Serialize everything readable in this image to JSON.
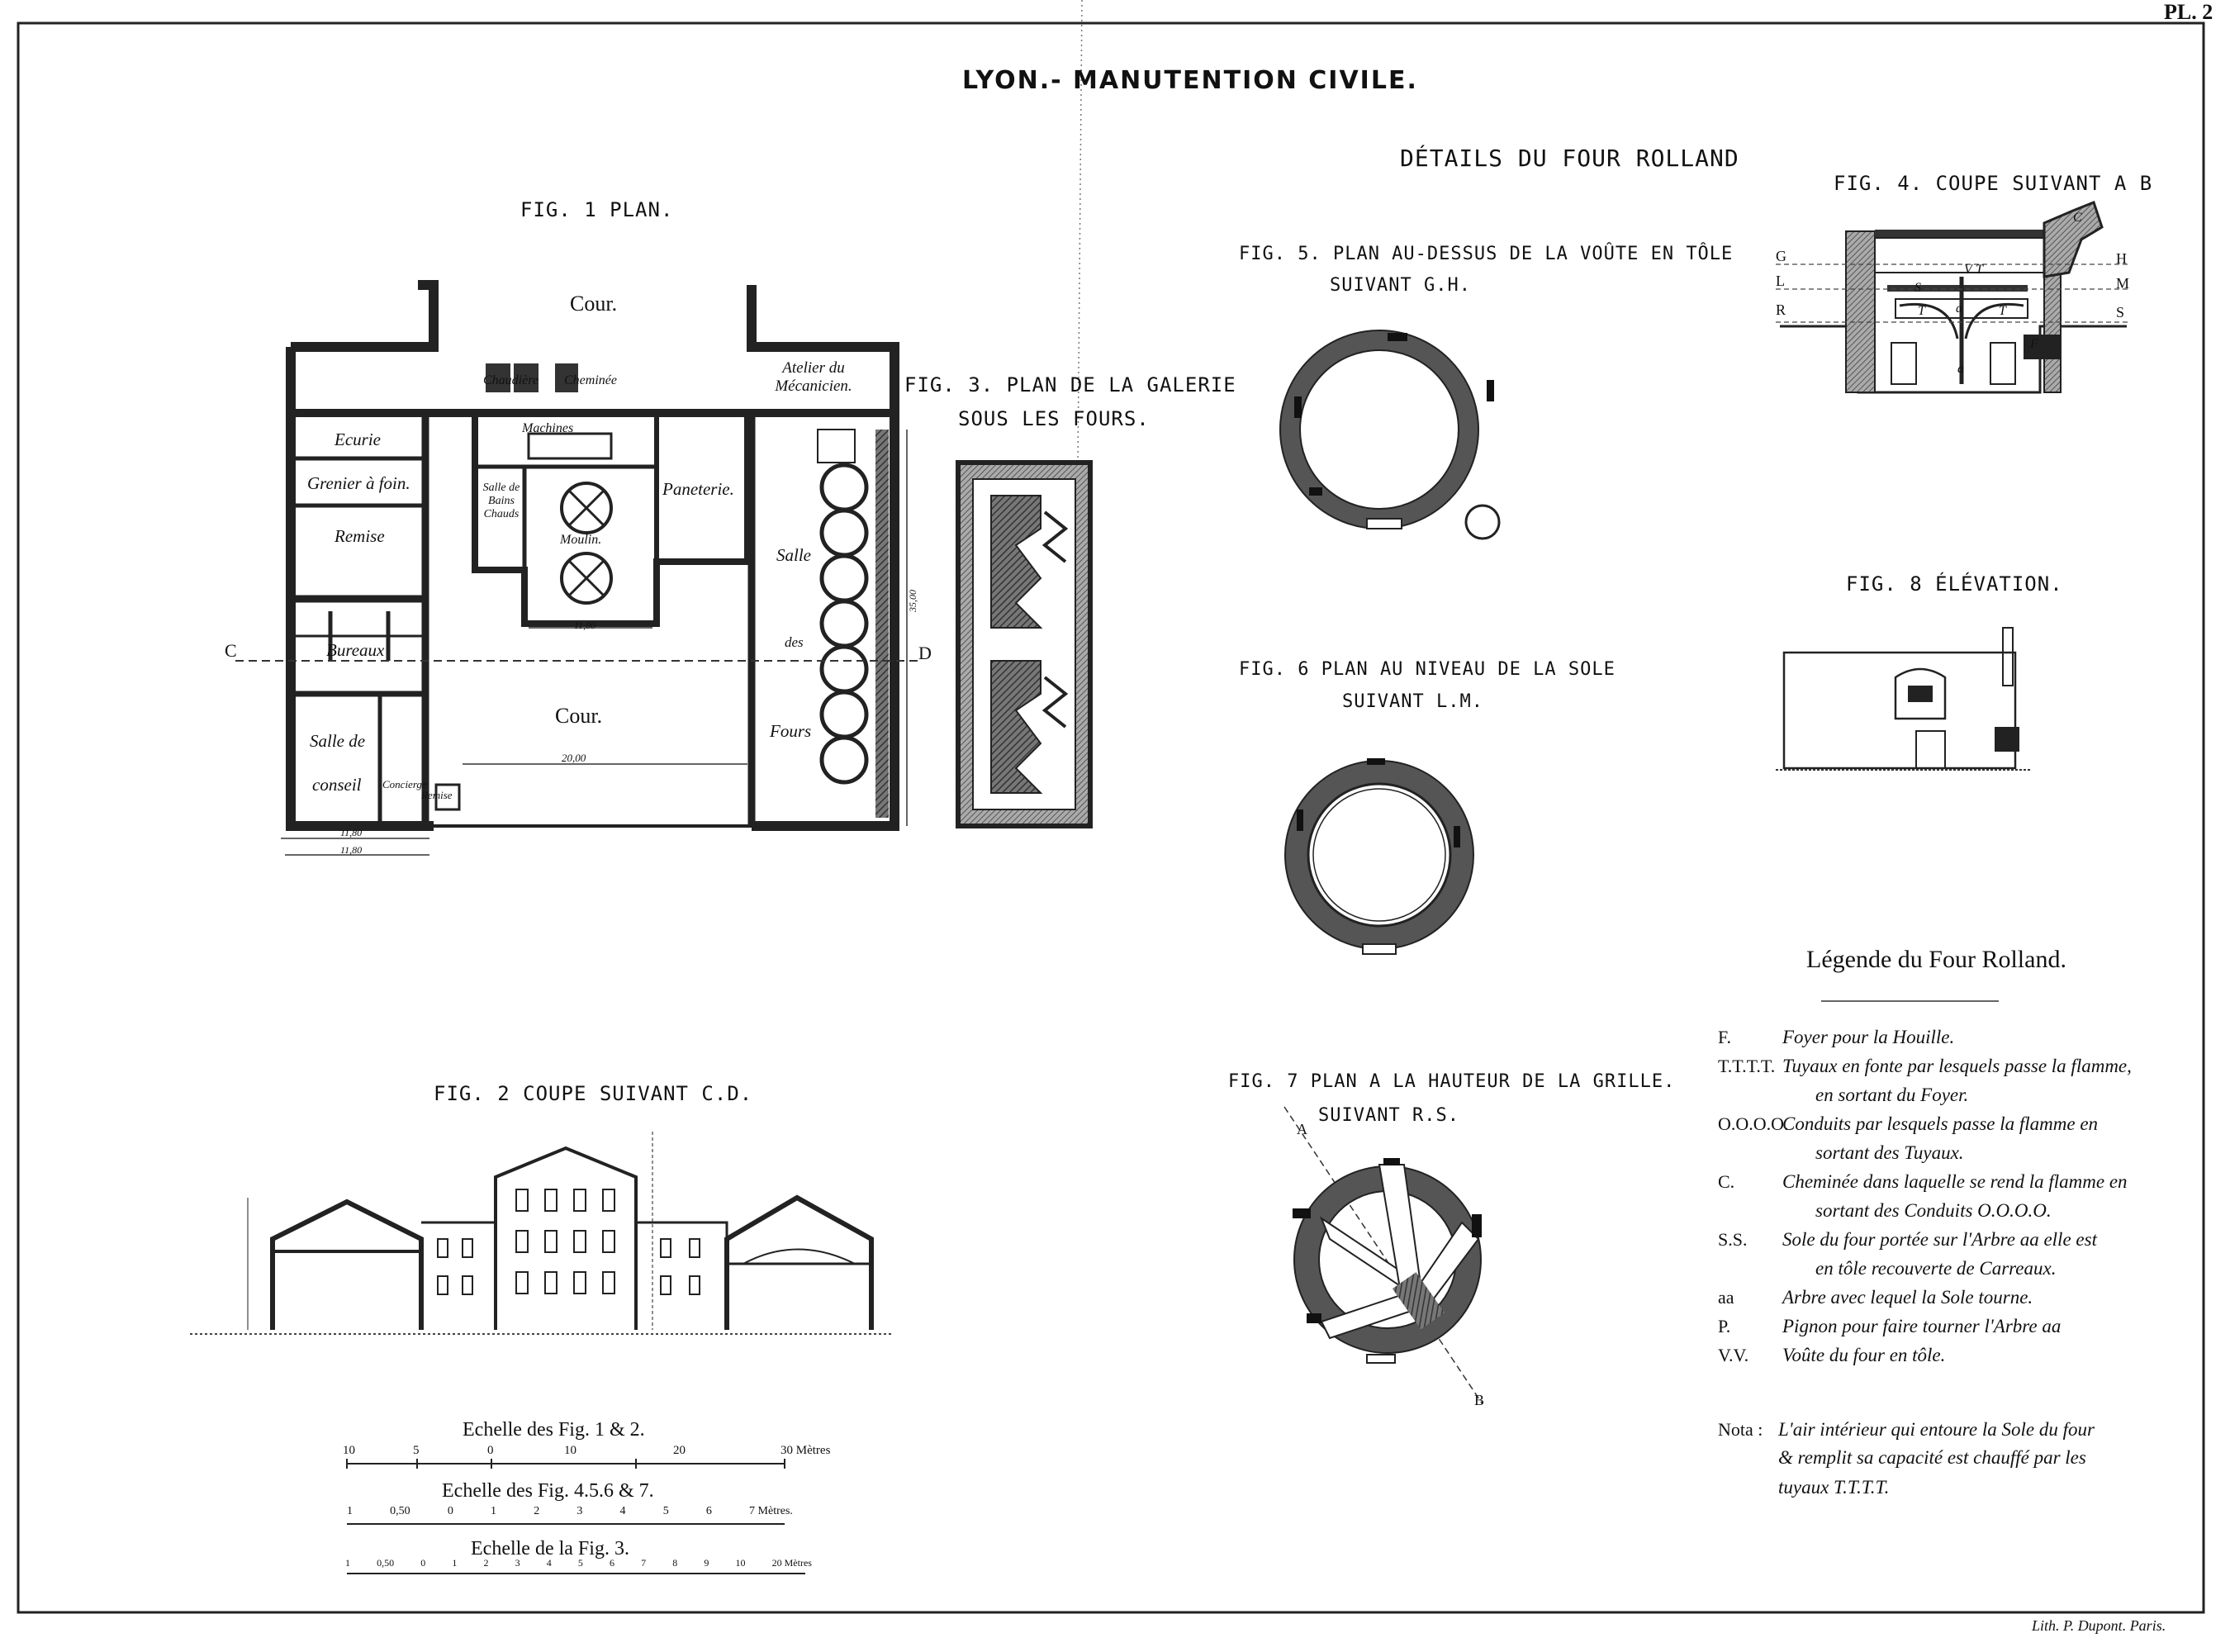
{
  "plate_number": "PL. 2",
  "title": "LYON.- MANUTENTION CIVILE.",
  "four_title": "DÉTAILS DU FOUR ROLLAND",
  "fig1": {
    "title": "FIG. 1  PLAN.",
    "rooms": {
      "cour_top": "Cour.",
      "cour_center": "Cour.",
      "chaudiere": "Chaudière",
      "cheminee": "Cheminée",
      "atelier": "Atelier du Mécanicien.",
      "ecurie": "Ecurie",
      "grenier": "Grenier à foin.",
      "remise": "Remise",
      "machines": "Machines",
      "salle_bains": "Salle de Bains Chauds",
      "moulin": "Moulin.",
      "paneterie": "Paneterie.",
      "bureaux": "Bureaux",
      "salle_conseil_1": "Salle de",
      "salle_conseil_2": "conseil",
      "concierge": "Concierge",
      "remise2": "Remise",
      "salle_fours_1": "Salle",
      "salle_fours_2": "des",
      "salle_fours_3": "Fours"
    },
    "section_c": "C",
    "section_d": "D",
    "dims": {
      "d1": "11,00",
      "d2": "20,00",
      "d3": "11,80",
      "d4": "11,80",
      "d5": "35,00"
    }
  },
  "fig2": {
    "title": "FIG. 2  COUPE SUIVANT C.D."
  },
  "fig3": {
    "title_1": "FIG. 3. PLAN DE LA GALERIE",
    "title_2": "SOUS LES FOURS."
  },
  "fig4": {
    "title": "FIG. 4.  COUPE SUIVANT A B",
    "left_marks": [
      "G",
      "L",
      "R"
    ],
    "right_marks": [
      "H",
      "M",
      "S"
    ],
    "inner_marks": [
      "C",
      "S",
      "T",
      "T",
      "a",
      "T",
      "F",
      "a",
      "V"
    ]
  },
  "fig5": {
    "title_1": "FIG. 5. PLAN AU-DESSUS DE LA VOÛTE EN TÔLE",
    "title_2": "SUIVANT G.H."
  },
  "fig6": {
    "title_1": "FIG. 6  PLAN AU NIVEAU DE LA SOLE",
    "title_2": "SUIVANT L.M."
  },
  "fig7": {
    "title_1": "FIG. 7  PLAN A LA HAUTEUR DE LA GRILLE.",
    "title_2": "SUIVANT R.S.",
    "mark_a": "A",
    "mark_b": "B"
  },
  "fig8": {
    "title": "FIG. 8  ÉLÉVATION."
  },
  "legend": {
    "title": "Légende du Four Rolland.",
    "items": [
      {
        "key": "F.",
        "text": "Foyer pour la Houille."
      },
      {
        "key": "T.T.T.T.",
        "text": "Tuyaux en fonte par lesquels passe la flamme,"
      },
      {
        "key": "",
        "text": "en sortant du Foyer."
      },
      {
        "key": "O.O.O.O.",
        "text": "Conduits par lesquels passe la flamme en"
      },
      {
        "key": "",
        "text": "sortant des Tuyaux."
      },
      {
        "key": "C.",
        "text": "Cheminée dans laquelle se rend la flamme en"
      },
      {
        "key": "",
        "text": "sortant des Conduits O.O.O.O."
      },
      {
        "key": "S.S.",
        "text": "Sole du four portée sur l'Arbre aa elle est"
      },
      {
        "key": "",
        "text": "en tôle recouverte de Carreaux."
      },
      {
        "key": "aa",
        "text": "Arbre avec lequel la Sole tourne."
      },
      {
        "key": "P.",
        "text": "Pignon pour faire tourner l'Arbre aa"
      },
      {
        "key": "V.V.",
        "text": "Voûte du four en tôle."
      }
    ],
    "nota_key": "Nota :",
    "nota_lines": [
      "L'air intérieur qui entoure la Sole du four",
      "& remplit sa capacité est chauffé par les",
      "tuyaux T.T.T.T."
    ]
  },
  "scales": {
    "s1_title": "Echelle des Fig. 1 & 2.",
    "s1_ticks": [
      "10",
      "5",
      "0",
      "10",
      "20",
      "30 Mètres"
    ],
    "s2_title": "Echelle des Fig. 4.5.6 & 7.",
    "s2_ticks": [
      "1",
      "0,50",
      "0",
      "1",
      "2",
      "3",
      "4",
      "5",
      "6",
      "7 Mètres."
    ],
    "s3_title": "Echelle de la Fig. 3.",
    "s3_ticks": [
      "1",
      "0,50",
      "0",
      "1",
      "2",
      "3",
      "4",
      "5",
      "6",
      "7",
      "8",
      "9",
      "10",
      "20 Mètres"
    ]
  },
  "imprint": "Lith. P. Dupont. Paris."
}
